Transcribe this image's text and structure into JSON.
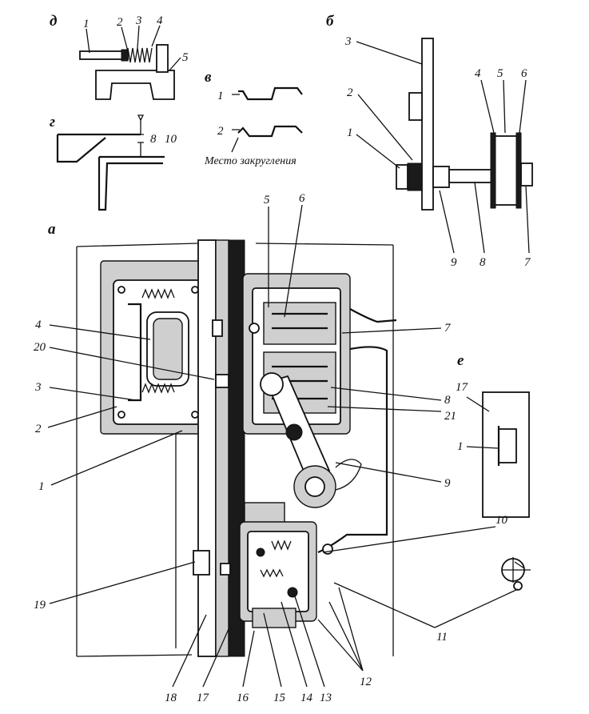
{
  "sections": {
    "a": "а",
    "b": "б",
    "v": "в",
    "g": "г",
    "d": "д",
    "e": "е"
  },
  "caption_v": "Место закругления",
  "labels_d": [
    "1",
    "2",
    "3",
    "4",
    "5"
  ],
  "labels_g": [
    "8",
    "10"
  ],
  "labels_v": [
    "1",
    "2"
  ],
  "labels_b": [
    "3",
    "2",
    "1",
    "4",
    "5",
    "6",
    "9",
    "8",
    "7"
  ],
  "labels_e": [
    "17",
    "1"
  ],
  "labels_a": [
    "5",
    "6",
    "4",
    "20",
    "3",
    "2",
    "1",
    "7",
    "8",
    "21",
    "9",
    "10",
    "11",
    "19",
    "12",
    "18",
    "17",
    "16",
    "15",
    "14",
    "13"
  ]
}
